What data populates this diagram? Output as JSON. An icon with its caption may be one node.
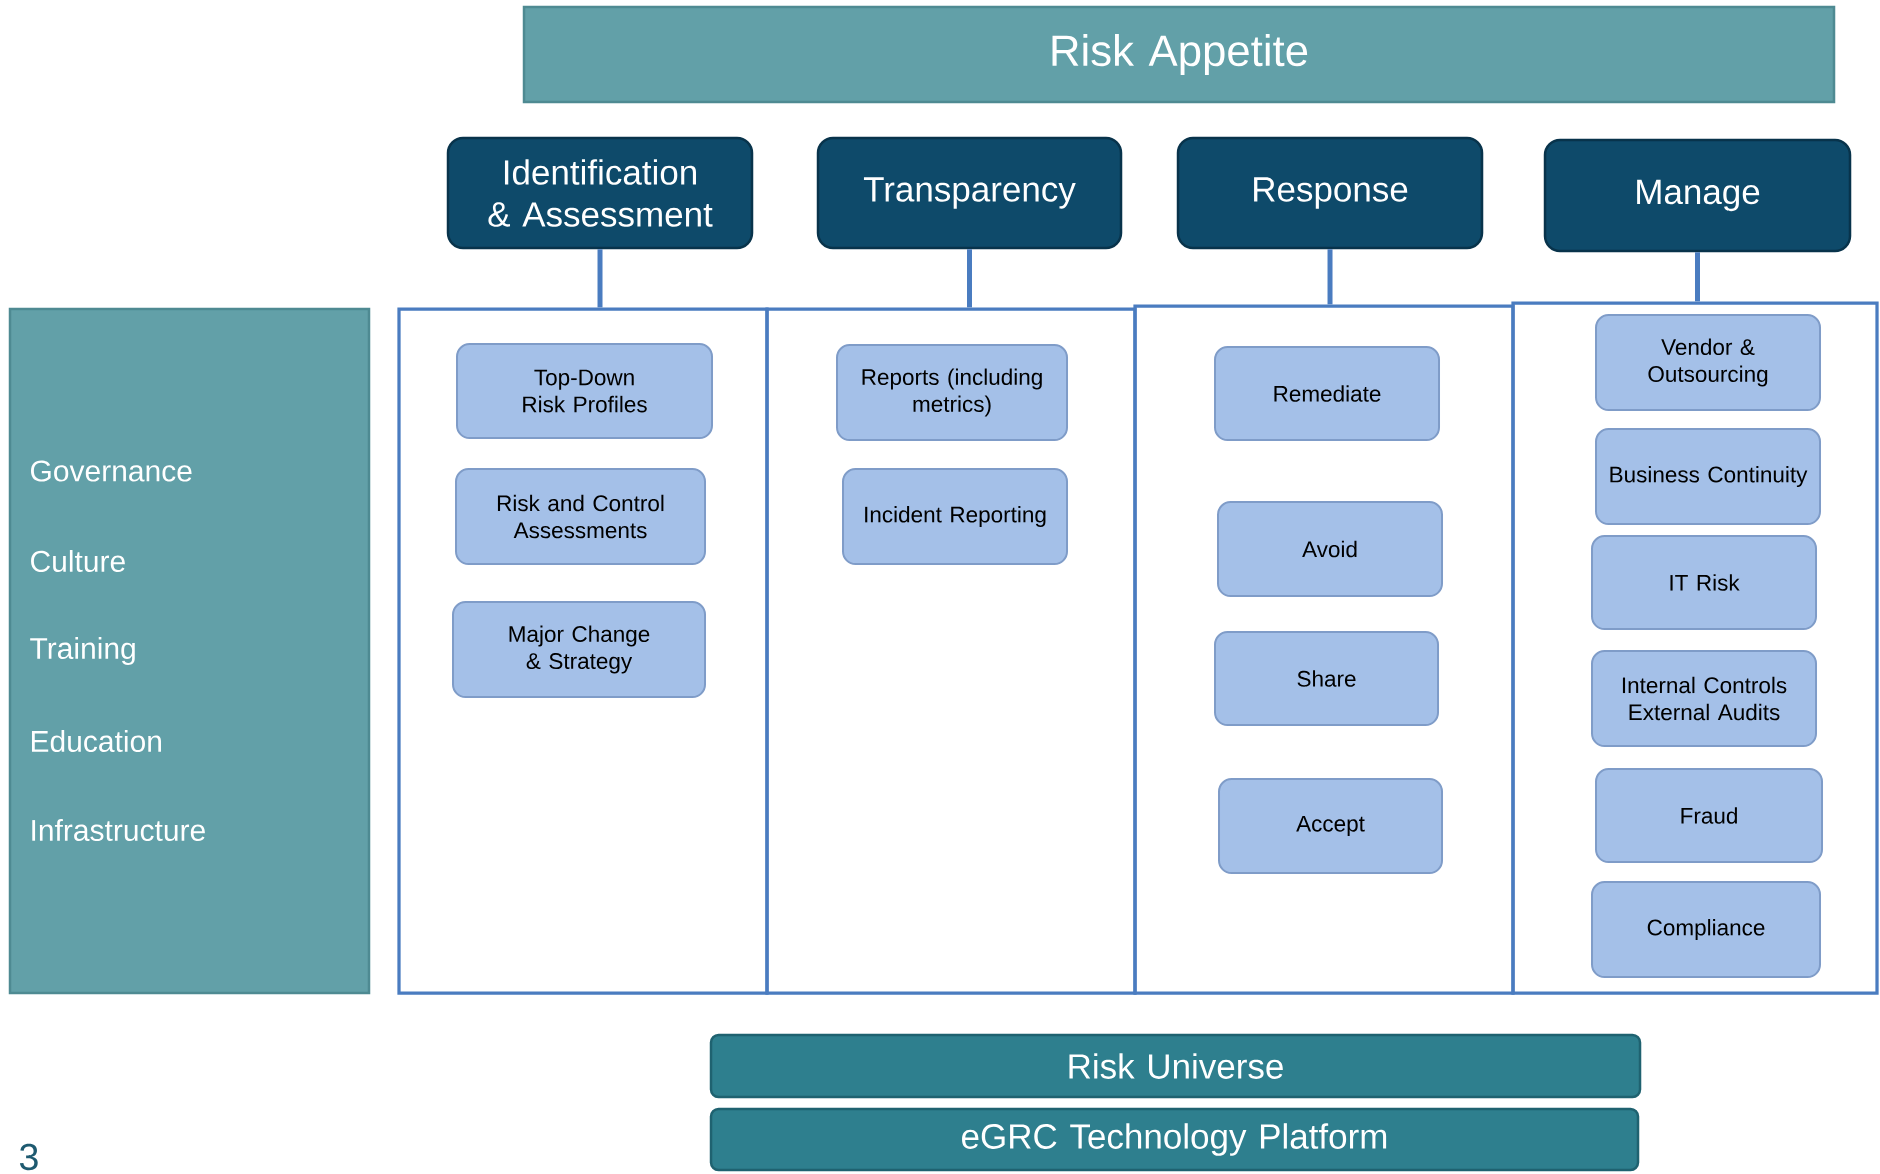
{
  "diagram": {
    "nodes": [
      {
        "text": [
          "Risk Appetite"
        ]
      },
      {
        "text": [
          "Identification & Assessment"
        ]
      },
      {
        "text": [
          "Transparency"
        ]
      },
      {
        "text": [
          "Response"
        ]
      },
      {
        "text": [
          "Manage"
        ]
      },
      {
        "text": [
          "Governance",
          "Culture",
          "Training",
          "Education",
          "Infrastructure"
        ]
      },
      {
        "text": [],
        "shape": "box"
      },
      {
        "text": [
          "Top-Down Risk Profiles"
        ],
        "in": 6
      },
      {
        "text": [
          "Risk and Control Assessments"
        ],
        "in": 6
      },
      {
        "text": [
          "Major Change & Strategy"
        ],
        "in": 6
      },
      {
        "text": [],
        "shape": "box"
      },
      {
        "text": [
          "Reports (including metrics)"
        ],
        "in": 10
      },
      {
        "text": [
          "Incident Reporting"
        ],
        "in": 10
      },
      {
        "text": [],
        "shape": "box"
      },
      {
        "text": [
          "Remediate"
        ],
        "in": 13
      },
      {
        "text": [
          "Avoid"
        ],
        "in": 13
      },
      {
        "text": [
          "Share"
        ],
        "in": 13
      },
      {
        "text": [
          "Accept"
        ],
        "in": 13
      },
      {
        "text": [],
        "shape": "box"
      },
      {
        "text": [
          "Vendor & Outsourcing"
        ],
        "in": 18
      },
      {
        "text": [
          "Business Continuity"
        ],
        "in": 18
      },
      {
        "text": [
          "IT Risk"
        ],
        "in": 18
      },
      {
        "text": [
          "Internal Controls External Audits"
        ],
        "in": 18
      },
      {
        "text": [
          "Fraud"
        ],
        "in": 18
      },
      {
        "text": [
          "Compliance"
        ],
        "in": 18
      },
      {
        "text": [
          "Risk Universe"
        ]
      },
      {
        "text": [
          "eGRC Technology Platform"
        ]
      }
    ],
    "edges": [
      {
        "from": 1,
        "to": 6,
        "arrow": "none"
      },
      {
        "from": 2,
        "to": 10,
        "arrow": "none"
      },
      {
        "from": 3,
        "to": 13,
        "arrow": "none"
      },
      {
        "from": 4,
        "to": 18,
        "arrow": "none"
      }
    ],
    "labels": [
      "3"
    ]
  }
}
